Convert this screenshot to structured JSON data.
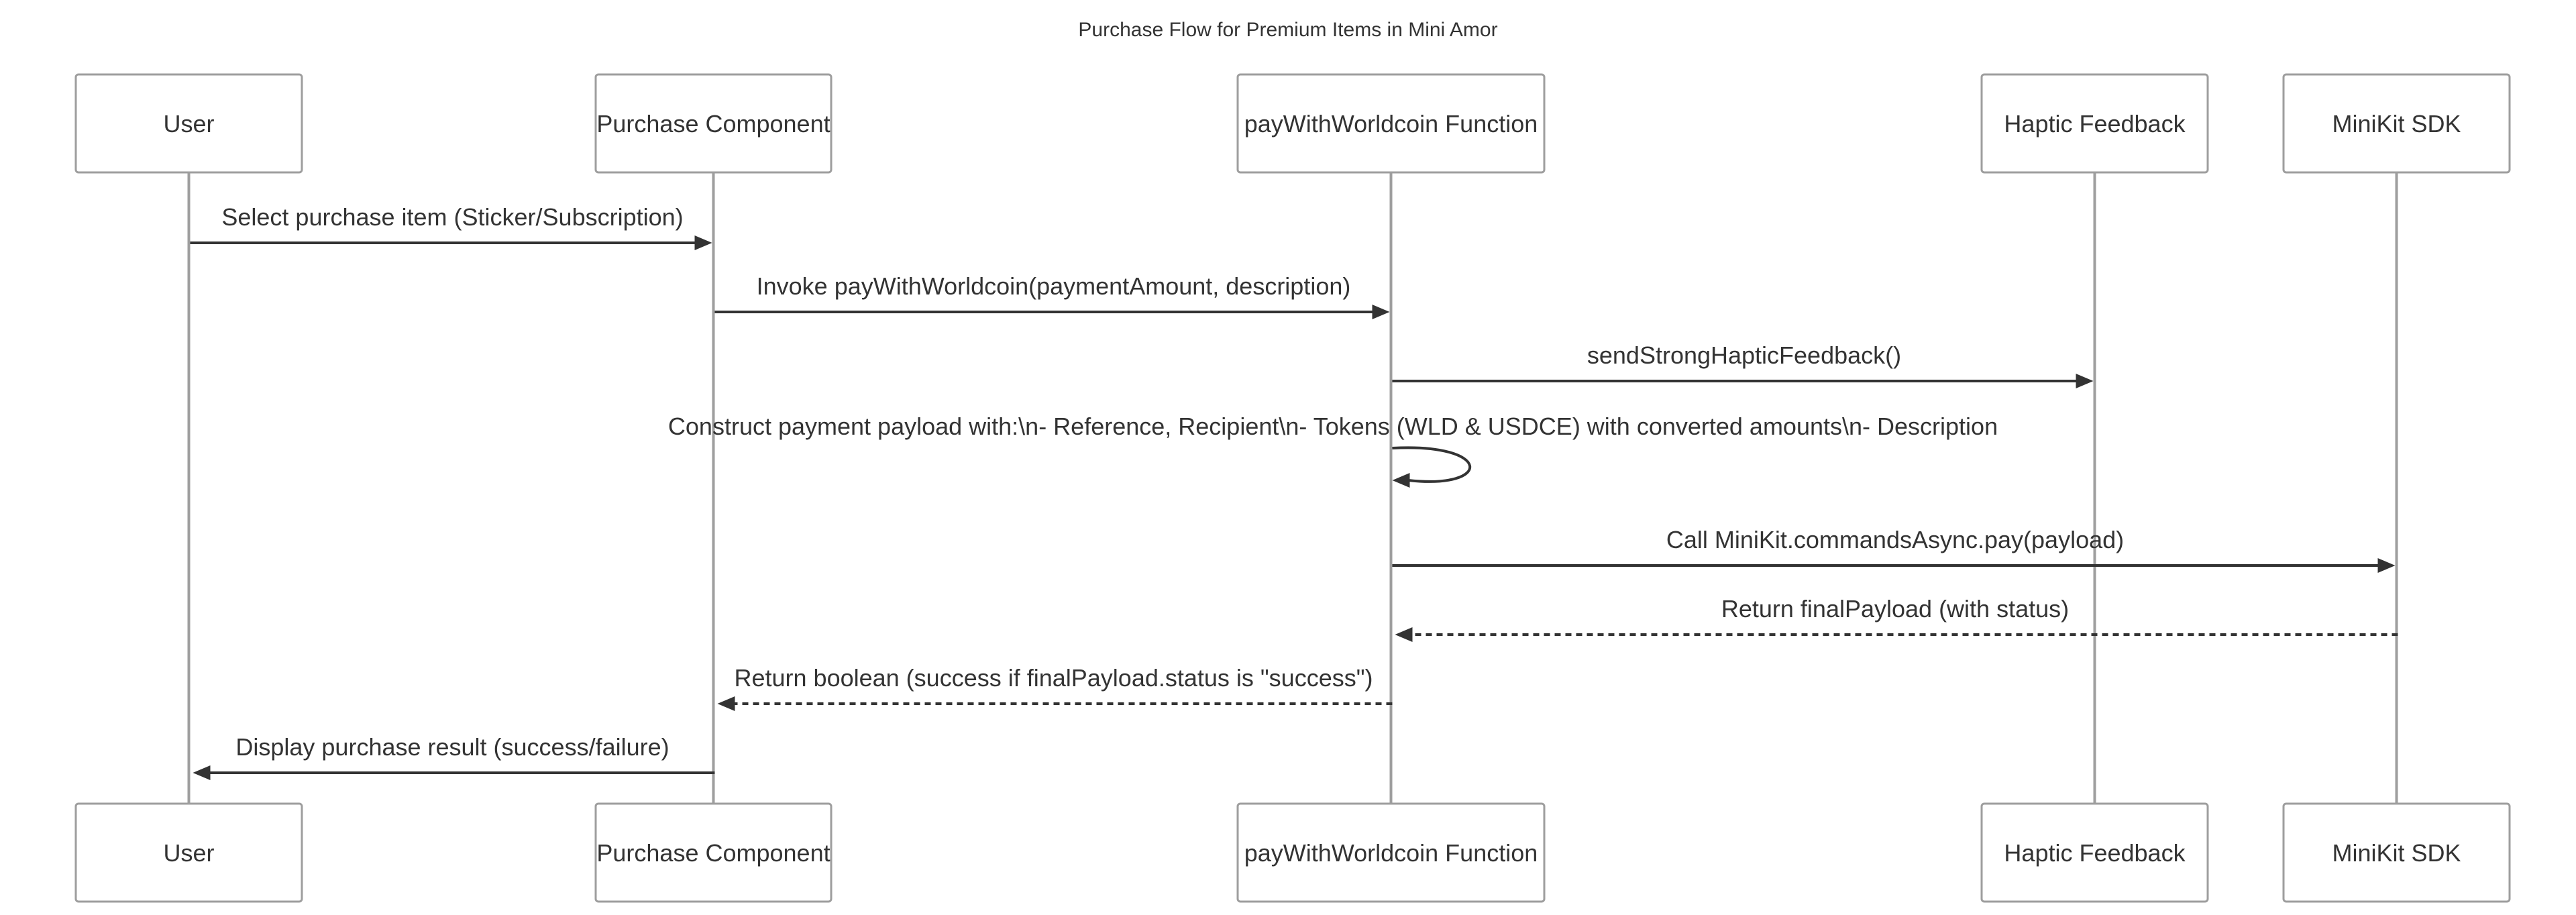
{
  "title": "Purchase Flow for Premium Items in Mini Amor",
  "participants": [
    {
      "id": "user",
      "label": "User"
    },
    {
      "id": "purchase",
      "label": "Purchase Component"
    },
    {
      "id": "pay",
      "label": "payWithWorldcoin Function"
    },
    {
      "id": "haptic",
      "label": "Haptic Feedback"
    },
    {
      "id": "minikit",
      "label": "MiniKit SDK"
    }
  ],
  "messages": [
    {
      "from": "user",
      "to": "purchase",
      "text": "Select purchase item (Sticker/Subscription)",
      "style": "solid"
    },
    {
      "from": "purchase",
      "to": "pay",
      "text": "Invoke payWithWorldcoin(paymentAmount, description)",
      "style": "solid"
    },
    {
      "from": "pay",
      "to": "haptic",
      "text": "sendStrongHapticFeedback()",
      "style": "solid"
    },
    {
      "from": "pay",
      "to": "pay",
      "text": "Construct payment payload with:\\n- Reference, Recipient\\n- Tokens (WLD & USDCE) with converted amounts\\n- Description",
      "style": "solid"
    },
    {
      "from": "pay",
      "to": "minikit",
      "text": "Call MiniKit.commandsAsync.pay(payload)",
      "style": "solid"
    },
    {
      "from": "minikit",
      "to": "pay",
      "text": "Return finalPayload (with status)",
      "style": "dashed"
    },
    {
      "from": "pay",
      "to": "purchase",
      "text": "Return boolean (success if finalPayload.status is \"success\")",
      "style": "dashed"
    },
    {
      "from": "purchase",
      "to": "user",
      "text": "Display purchase result (success/failure)",
      "style": "solid"
    }
  ]
}
